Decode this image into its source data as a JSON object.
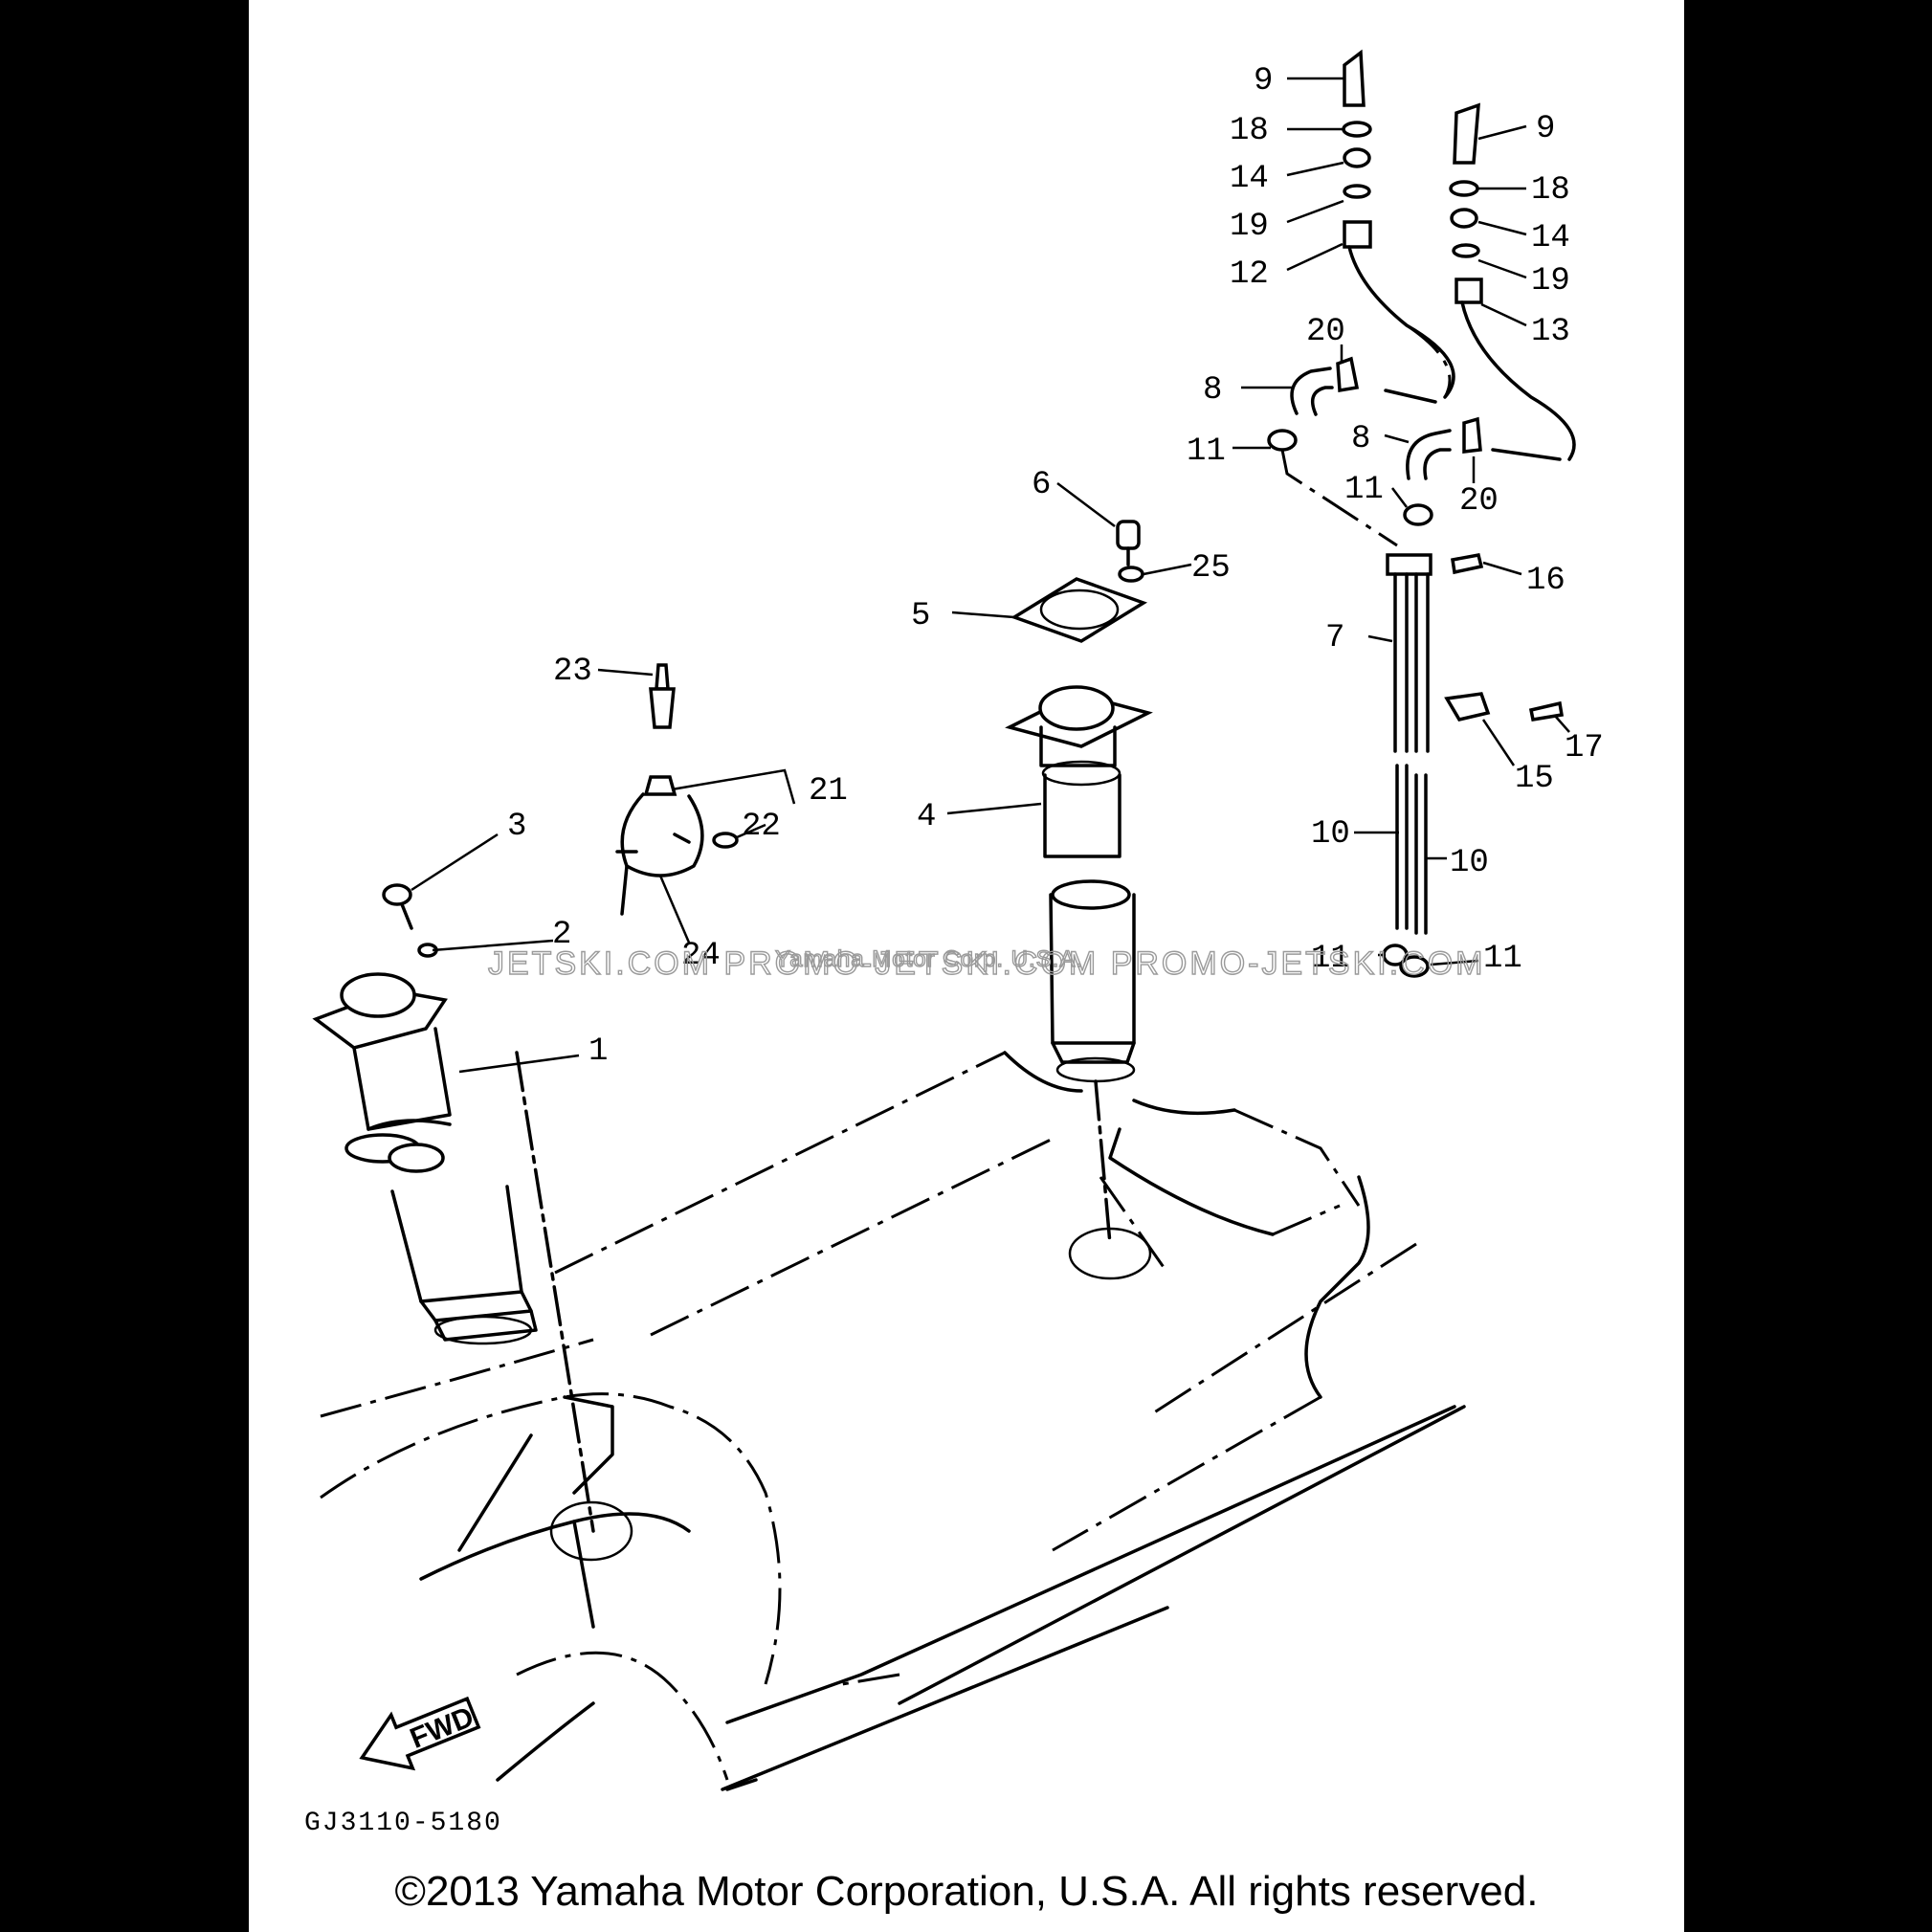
{
  "parts": {
    "p1": "1",
    "p2": "2",
    "p3": "3",
    "p4": "4",
    "p5": "5",
    "p6": "6",
    "p7": "7",
    "p8a": "8",
    "p8b": "8",
    "p9a": "9",
    "p9b": "9",
    "p10a": "10",
    "p10b": "10",
    "p11a": "11",
    "p11b": "11",
    "p11c": "11",
    "p11d": "11",
    "p12": "12",
    "p13": "13",
    "p14a": "14",
    "p14b": "14",
    "p15": "15",
    "p16": "16",
    "p17": "17",
    "p18a": "18",
    "p18b": "18",
    "p19a": "19",
    "p19b": "19",
    "p20a": "20",
    "p20b": "20",
    "p21": "21",
    "p22": "22",
    "p23": "23",
    "p24": "24",
    "p25": "25"
  },
  "fwd_label": "FWD",
  "diagram_code": "GJ3110-5180",
  "watermark_text": "JETSKI.COM  PROMO-JETSKI.COM  PROMO-JETSKI.COM",
  "watermark_center": "Yamaha Motor Corp. U.S.A.",
  "copyright": "©2013 Yamaha Motor Corporation, U.S.A. All rights reserved."
}
